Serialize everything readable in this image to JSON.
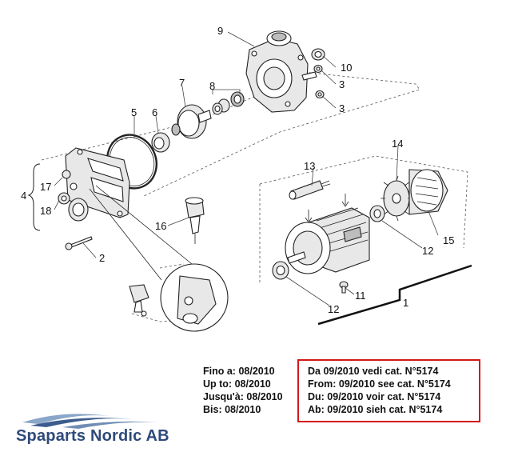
{
  "callouts": {
    "c1": "1",
    "c2": "2",
    "c3a": "3",
    "c3b": "3",
    "c4": "4",
    "c5": "5",
    "c6": "6",
    "c7": "7",
    "c8": "8",
    "c9": "9",
    "c10": "10",
    "c11": "11",
    "c12a": "12",
    "c12b": "12",
    "c13": "13",
    "c14": "14",
    "c15": "15",
    "c16": "16",
    "c17": "17",
    "c18": "18"
  },
  "notes": {
    "left": [
      "Fino a: 08/2010",
      "Up to: 08/2010",
      "Jusqu'à: 08/2010",
      "Bis: 08/2010"
    ],
    "right": [
      "Da 09/2010 vedi cat. N°5174",
      "From: 09/2010 see cat. N°5174",
      "Du: 09/2010 voir cat. N°5174",
      "Ab: 09/2010 sieh cat. N°5174"
    ]
  },
  "logo": {
    "name": "Spaparts Nordic AB",
    "color": "#2f4a7a"
  },
  "colors": {
    "highlight_box": "#d6161b"
  }
}
